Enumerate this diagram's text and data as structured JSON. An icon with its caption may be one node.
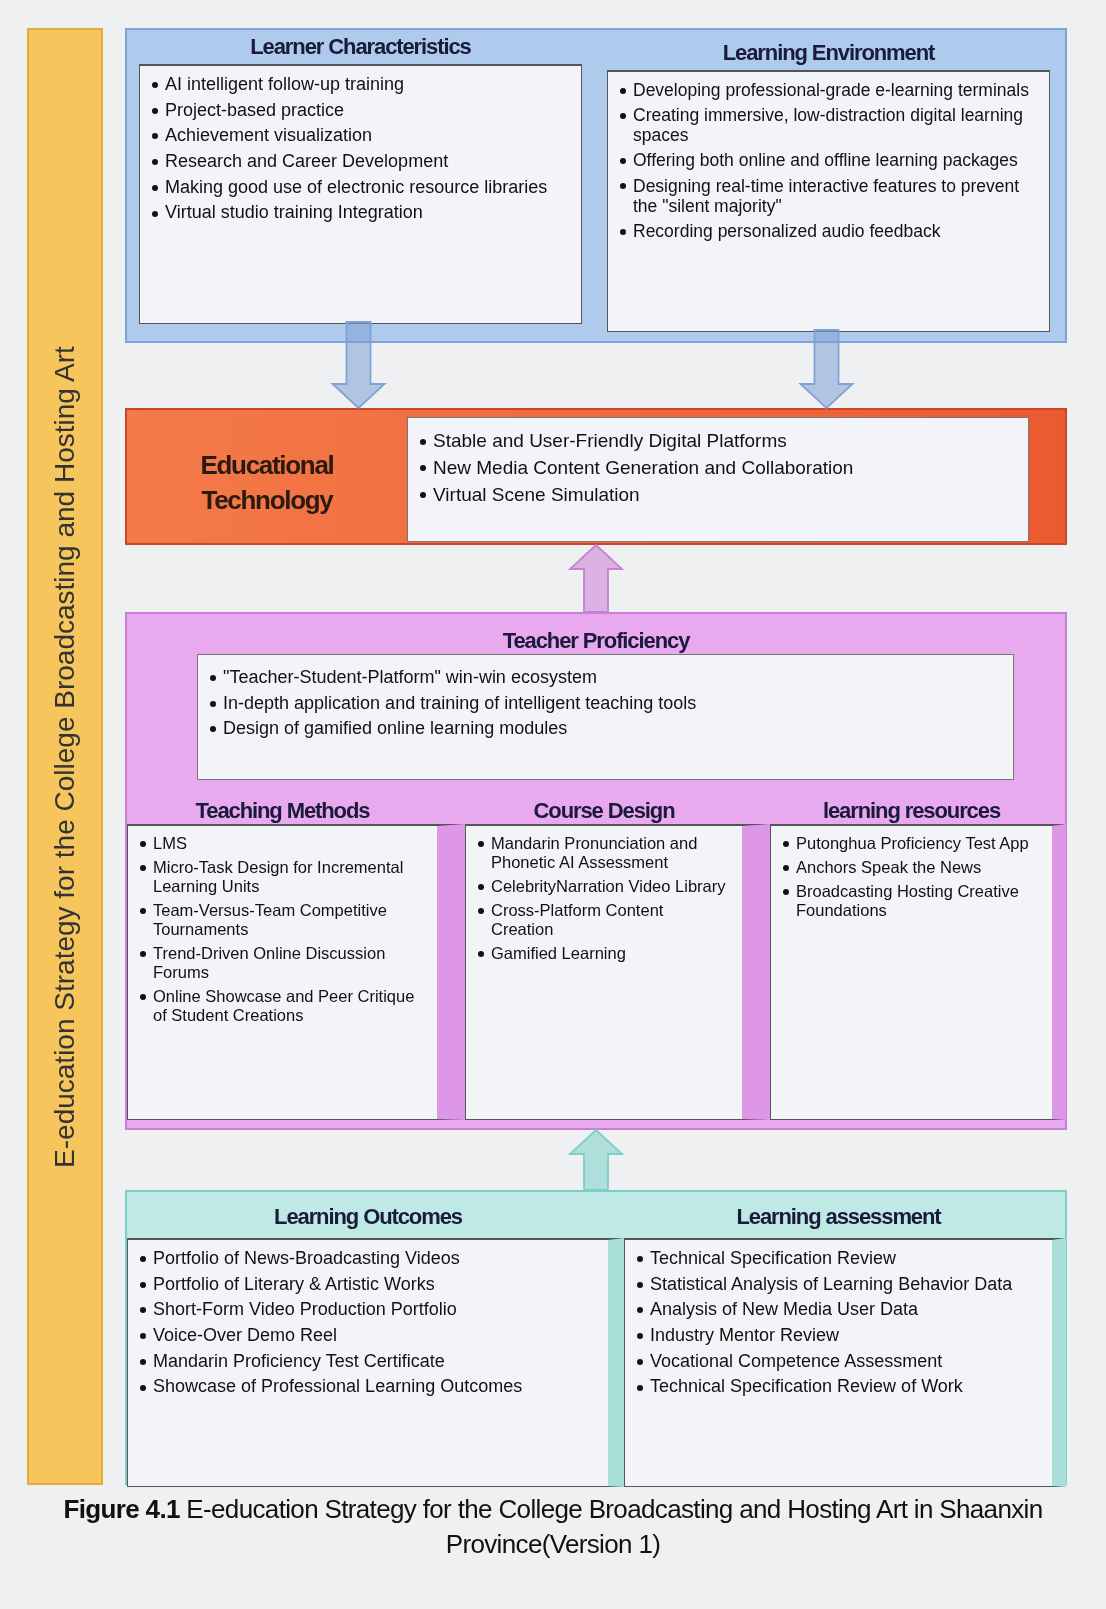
{
  "diagram": {
    "caption": "**Figure 4.1** E-education Strategy for the College Broadcasting and Hosting Art in Shaanxin Province(Version 1)",
    "nodes": [
      {
        "text": [
          "E-education Strategy for the College Broadcasting and Hosting Art"
        ]
      },
      {
        "text": [],
        "shape": "box"
      },
      {
        "text": [
          "Learner Characteristics",
          "AI intelligent follow-up training",
          "Project-based practice",
          "Achievement visualization",
          "Research and Career Development",
          "Making good use of electronic resource libraries",
          "Virtual studio training Integration"
        ],
        "in": 1
      },
      {
        "text": [
          "Learning Environment",
          "Developing professional-grade e-learning terminals",
          "Creating immersive, low-distraction digital learning spaces",
          "Offering both online and offline learning packages",
          "Designing real-time interactive features to prevent the \"silent majority\"",
          "Recording personalized audio feedback"
        ],
        "in": 1
      },
      {
        "text": [
          "Educational Technology"
        ]
      },
      {
        "text": [
          "Stable and User-Friendly Digital Platforms",
          "New Media Content Generation and Collaboration",
          "Virtual Scene Simulation"
        ],
        "in": 4
      },
      {
        "text": [
          "Teacher Proficiency"
        ]
      },
      {
        "text": [
          "\"Teacher-Student-Platform\" win-win ecosystem",
          "In-depth application and training of intelligent teaching tools",
          "Design of gamified online learning modules"
        ],
        "in": 6
      },
      {
        "text": [
          "Teaching Methods",
          "LMS",
          "Micro-Task Design for Incremental Learning Units",
          "Team-Versus-Team Competitive Tournaments",
          "Trend-Driven Online Discussion Forums",
          "Online Showcase and Peer Critique of Student Creations"
        ],
        "in": 6
      },
      {
        "text": [
          "Course Design",
          "Mandarin Pronunciation and Phonetic AI Assessment",
          "CelebrityNarration Video Library",
          "Cross-Platform Content Creation",
          "Gamified Learning"
        ],
        "in": 6
      },
      {
        "text": [
          "learning resources",
          "Putonghua Proficiency Test App",
          "Anchors Speak the News",
          "Broadcasting Hosting Creative Foundations"
        ],
        "in": 6
      },
      {
        "text": [],
        "shape": "box"
      },
      {
        "text": [
          "Learning Outcomes",
          "Portfolio of News-Broadcasting Videos",
          "Portfolio of Literary & Artistic Works",
          "Short-Form Video Production Portfolio",
          "Voice-Over Demo Reel",
          "Mandarin Proficiency Test Certificate",
          "Showcase of Professional Learning Outcomes"
        ],
        "in": 11
      },
      {
        "text": [
          "Learning assessment",
          "Technical Specification Review",
          "Statistical Analysis of Learning Behavior Data",
          "Analysis of New Media User Data",
          "Industry Mentor Review",
          "Vocational Competence Assessment",
          "Technical Specification Review of Work"
        ],
        "in": 11
      }
    ],
    "edges": [
      {
        "from": 2,
        "to": 4,
        "arrow": "to",
        "color": "#7fa3d6"
      },
      {
        "from": 3,
        "to": 4,
        "arrow": "to",
        "color": "#7fa3d6"
      },
      {
        "from": 6,
        "to": 4,
        "arrow": "to",
        "color": "#c97fd4"
      },
      {
        "from": 11,
        "to": 6,
        "arrow": "to",
        "color": "#7ccfc8"
      }
    ]
  }
}
